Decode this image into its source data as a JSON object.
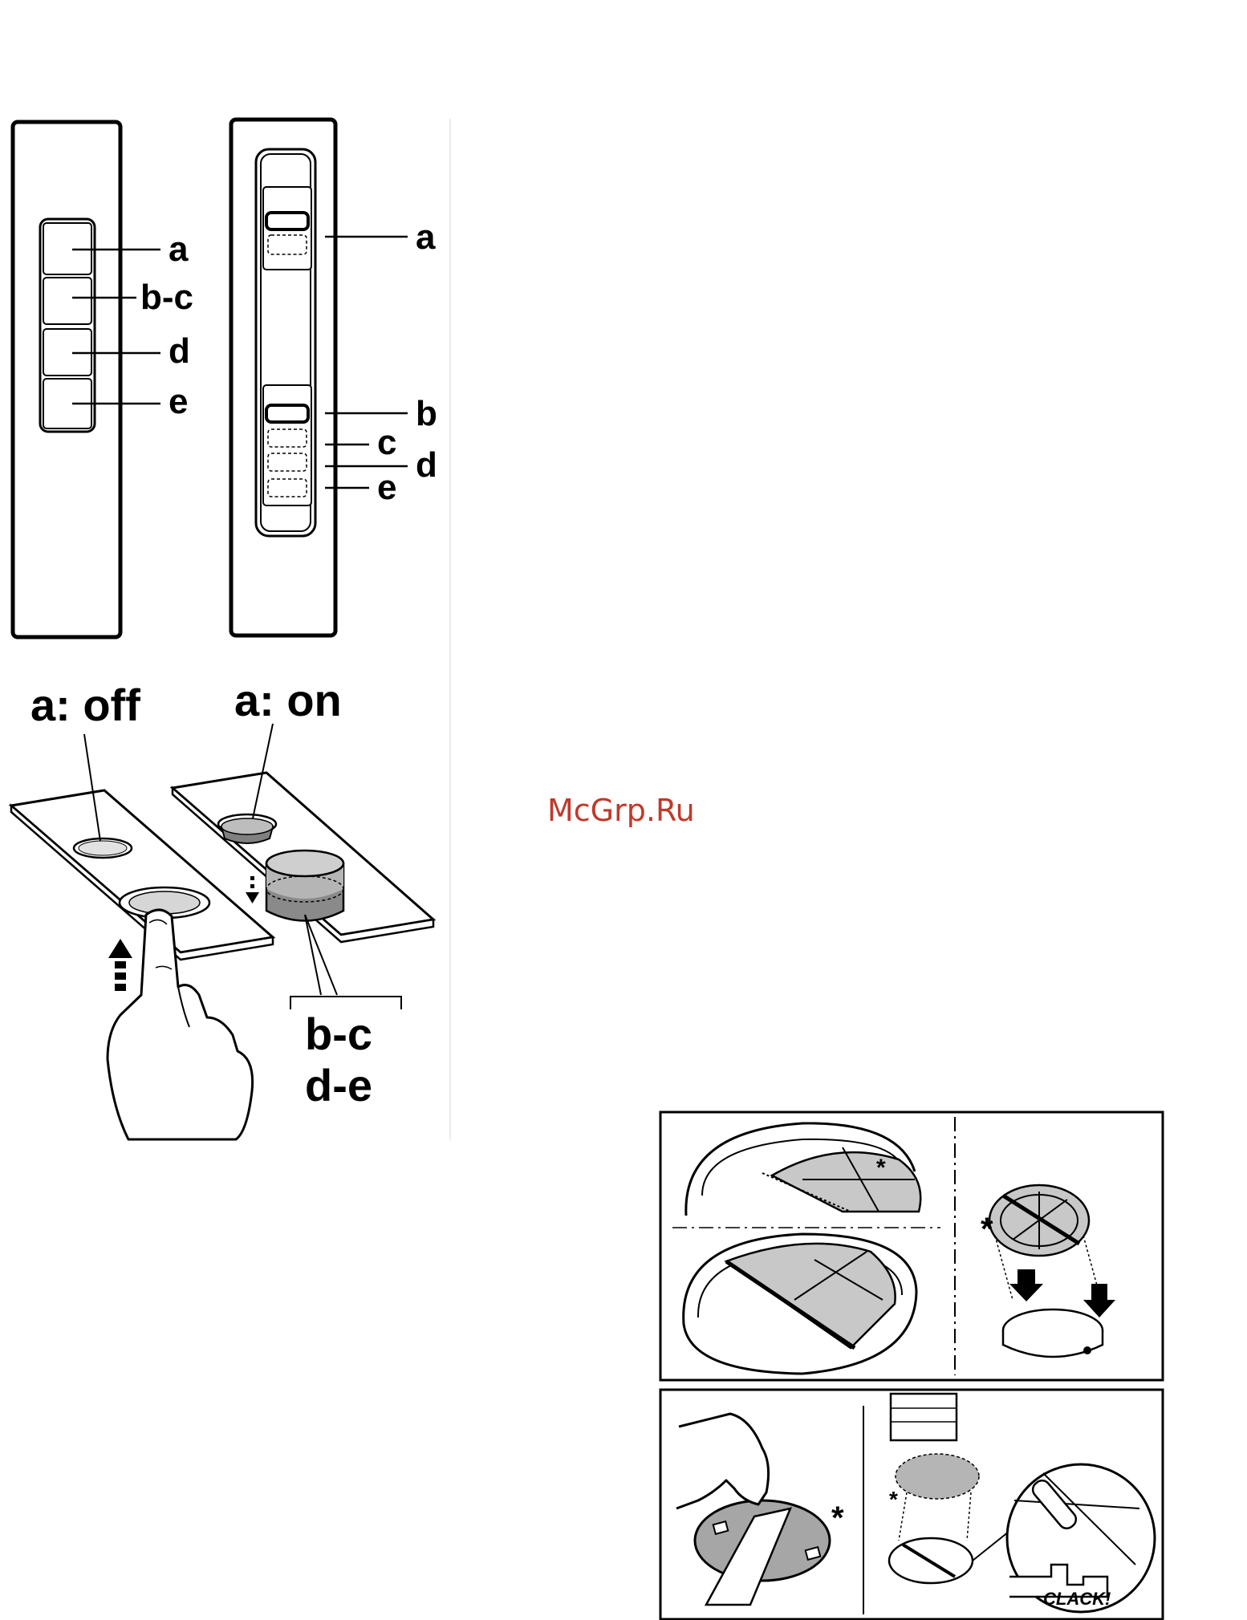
{
  "panel1": {
    "labels": [
      "a",
      "b-c",
      "d",
      "e"
    ]
  },
  "panel2": {
    "labels": [
      "a",
      "b",
      "c",
      "d",
      "e"
    ]
  },
  "switches": {
    "off_label": "a: off",
    "on_label": "a: on",
    "speed_label_1": "b-c",
    "speed_label_2": "d-e"
  },
  "watermark": "McGrp.Ru",
  "filter_install": {
    "star_mark": "*",
    "clack_label": "CLACK!"
  },
  "colors": {
    "ink": "#000000",
    "grey_fill": "#bdbdbd",
    "dark_fill": "#808080",
    "watermark": "#c0392b"
  }
}
